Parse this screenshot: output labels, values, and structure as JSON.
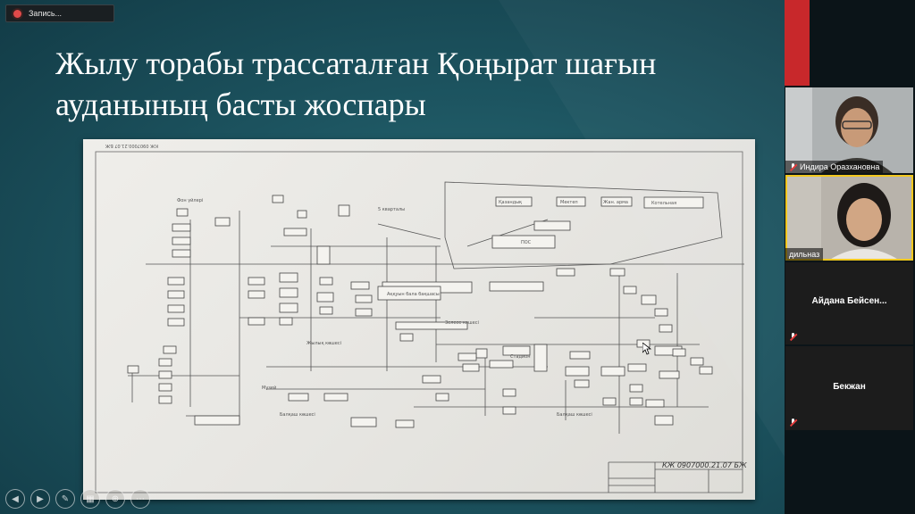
{
  "recording": {
    "label": "Запись..."
  },
  "slide": {
    "title_line1": "Жылу торабы трассаталған Қоңырат шағын",
    "title_line2": "ауданының басты жоспары"
  },
  "plan": {
    "stamp_code": "КЖ 0907000.21.07 БЖ",
    "top_left_code": "КЖ 0907000.21.07 БЖ",
    "labels": {
      "kvartaly": "5 кварталы",
      "fon_uileri": "Фон үйлері",
      "zeles_koshesi": "Зелесе көшесі",
      "zhilyk_koshesi": "Жылық көшесі",
      "balkash_koshesi1": "Балқаш көшесі",
      "balkash_koshesi2": "Балқаш көшесі",
      "aksuyn": "Аққуын бала бақшасы",
      "kazandyk": "Қазандық",
      "mektep": "Мектеп",
      "zhanarmai": "Жан. арма",
      "kotelnaya": "Котельная",
      "pos": "ПОС",
      "stadion": "Стадион",
      "muzei": "Музей"
    }
  },
  "toolbar": {
    "buttons": [
      "prev-icon",
      "next-icon",
      "pen-icon",
      "slides-icon",
      "zoom-icon",
      "more-icon"
    ]
  },
  "participants": [
    {
      "name": "Индира Оразхановна",
      "video": true,
      "muted": true,
      "active": false
    },
    {
      "name": "дильназ",
      "video": true,
      "muted": false,
      "active": true
    },
    {
      "name": "Айдана  Бейсен...",
      "video": false,
      "muted": true,
      "active": false
    },
    {
      "name": "Бекжан",
      "video": false,
      "muted": true,
      "active": false
    }
  ]
}
